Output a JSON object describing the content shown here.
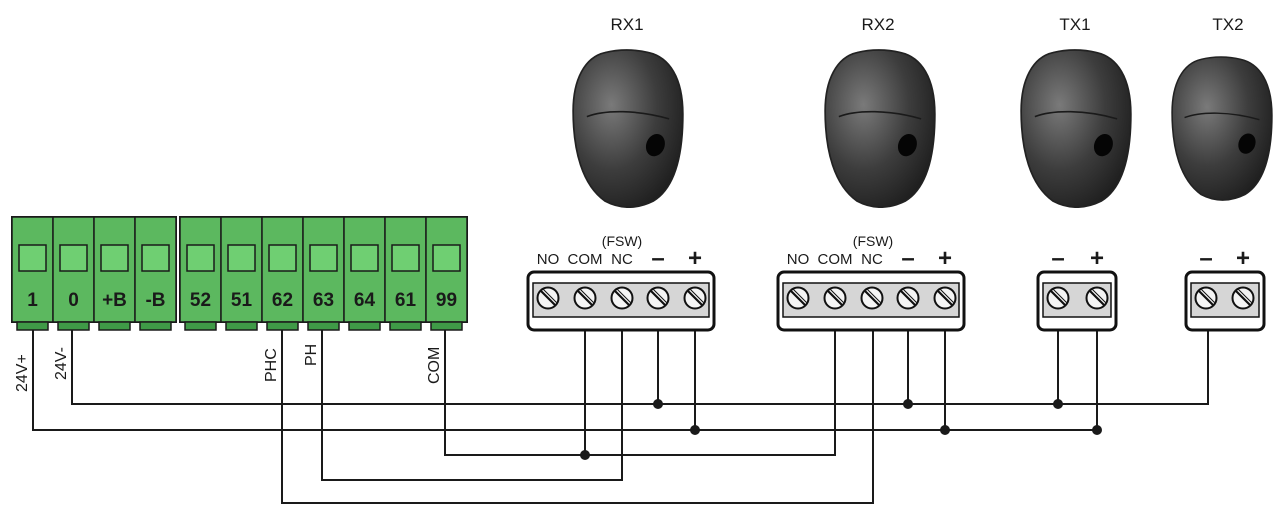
{
  "terminal_block": {
    "left_group": [
      "1",
      "0",
      "+B",
      "-B"
    ],
    "right_group": [
      "52",
      "51",
      "62",
      "63",
      "64",
      "61",
      "99"
    ],
    "wire_labels": {
      "t1": "24V+",
      "t0": "24V-",
      "t62": "PHC",
      "t63": "PH",
      "t99": "COM"
    }
  },
  "devices": {
    "rx1": {
      "title": "RX1",
      "fsw": "(FSW)",
      "pins": [
        "NO",
        "COM",
        "NC",
        "–",
        "+"
      ]
    },
    "rx2": {
      "title": "RX2",
      "fsw": "(FSW)",
      "pins": [
        "NO",
        "COM",
        "NC",
        "–",
        "+"
      ]
    },
    "tx1": {
      "title": "TX1",
      "pins": [
        "–",
        "+"
      ]
    },
    "tx2": {
      "title": "TX2",
      "pins": [
        "–",
        "+"
      ]
    }
  },
  "colors": {
    "terminal_green": "#5cb85f",
    "terminal_green_dark": "#3f9a47",
    "terminal_green_light": "#6fcf72",
    "wire": "#1a1a1a",
    "sensor_body": "#3d3d3d",
    "screw_block": "#d6d6d6"
  }
}
